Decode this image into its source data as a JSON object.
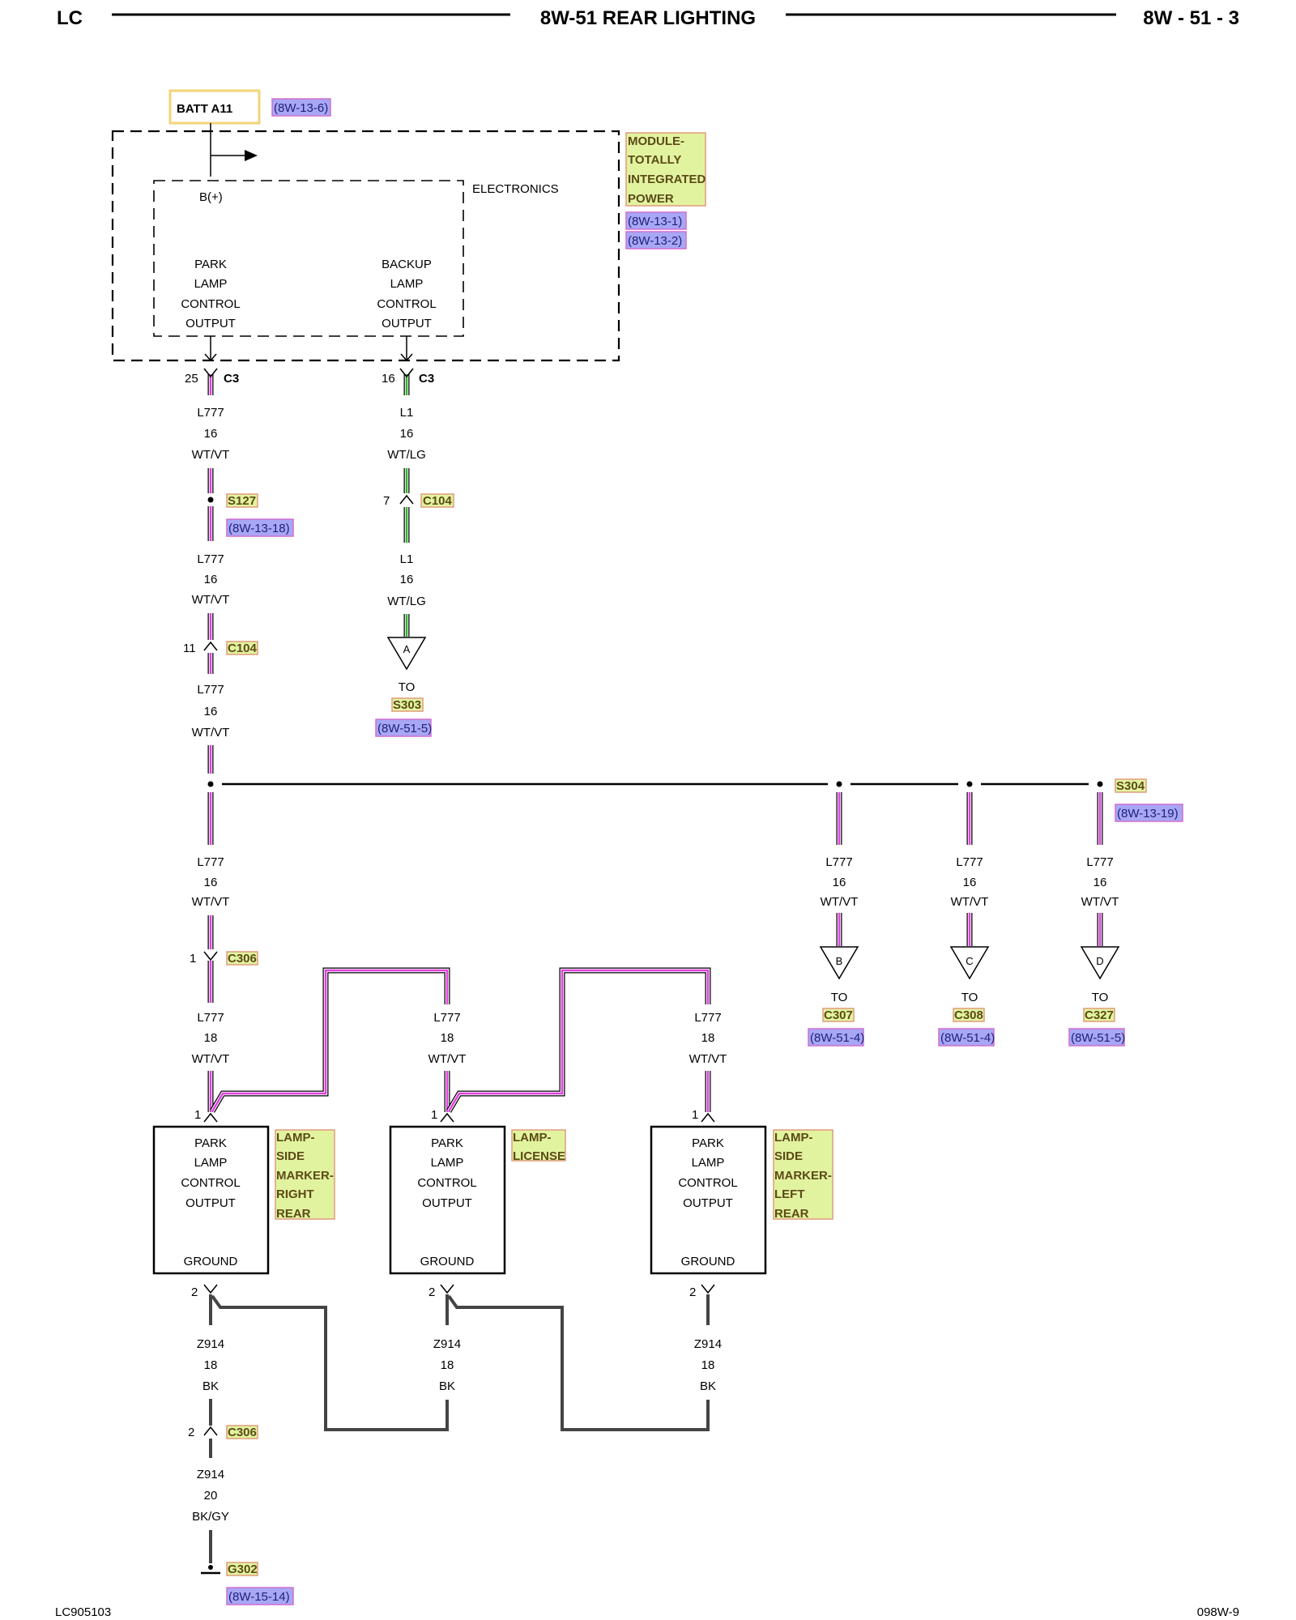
{
  "header": {
    "left": "LC",
    "title": "8W-51 REAR LIGHTING",
    "right": "8W - 51 - 3"
  },
  "footer": {
    "left": "LC905103",
    "right": "098W-9"
  },
  "batt": {
    "label": "BATT A11",
    "ref": "(8W-13-6)"
  },
  "module": {
    "name_lines": [
      "MODULE-",
      "TOTALLY",
      "INTEGRATED",
      "POWER"
    ],
    "refs": [
      "(8W-13-1)",
      "(8W-13-2)"
    ],
    "electronics": "ELECTRONICS",
    "bplus": "B(+)",
    "park_output_lines": [
      "PARK",
      "LAMP",
      "CONTROL",
      "OUTPUT"
    ],
    "backup_output_lines": [
      "BACKUP",
      "LAMP",
      "CONTROL",
      "OUTPUT"
    ]
  },
  "connectors": {
    "c3_park": {
      "pin": "25",
      "name": "C3"
    },
    "c3_backup": {
      "pin": "16",
      "name": "C3"
    },
    "c104_backup": {
      "pin": "7",
      "name": "C104"
    },
    "c104_park": {
      "pin": "11",
      "name": "C104"
    },
    "c306_a": {
      "pin": "1",
      "name": "C306"
    },
    "c306_b": {
      "pin": "2",
      "name": "C306"
    }
  },
  "splices": {
    "s127": {
      "name": "S127",
      "ref": "(8W-13-18)"
    },
    "s304": {
      "name": "S304",
      "ref": "(8W-13-19)"
    }
  },
  "wires": {
    "l777_16": [
      "L777",
      "16",
      "WT/VT"
    ],
    "l1_16": [
      "L1",
      "16",
      "WT/LG"
    ],
    "l777_18": [
      "L777",
      "18",
      "WT/VT"
    ],
    "z914_18": [
      "Z914",
      "18",
      "BK"
    ],
    "z914_20": [
      "Z914",
      "20",
      "BK/GY"
    ]
  },
  "offpage": {
    "a": {
      "letter": "A",
      "to": "TO",
      "dest": "S303",
      "ref": "(8W-51-5)"
    },
    "b": {
      "letter": "B",
      "to": "TO",
      "dest": "C307",
      "ref": "(8W-51-4)"
    },
    "c": {
      "letter": "C",
      "to": "TO",
      "dest": "C308",
      "ref": "(8W-51-4)"
    },
    "d": {
      "letter": "D",
      "to": "TO",
      "dest": "C327",
      "ref": "(8W-51-5)"
    }
  },
  "lamps": [
    {
      "name_lines": [
        "LAMP-",
        "SIDE",
        "MARKER-",
        "RIGHT",
        "REAR"
      ],
      "in_pin": "1",
      "gnd_pin": "2",
      "lines": [
        "PARK",
        "LAMP",
        "CONTROL",
        "OUTPUT"
      ],
      "ground": "GROUND"
    },
    {
      "name_lines": [
        "LAMP-",
        "LICENSE"
      ],
      "in_pin": "1",
      "gnd_pin": "2",
      "lines": [
        "PARK",
        "LAMP",
        "CONTROL",
        "OUTPUT"
      ],
      "ground": "GROUND"
    },
    {
      "name_lines": [
        "LAMP-",
        "SIDE",
        "MARKER-",
        "LEFT",
        "REAR"
      ],
      "in_pin": "1",
      "gnd_pin": "2",
      "lines": [
        "PARK",
        "LAMP",
        "CONTROL",
        "OUTPUT"
      ],
      "ground": "GROUND"
    }
  ],
  "ground_point": {
    "name": "G302",
    "ref": "(8W-15-14)"
  },
  "colors": {
    "wt_vt_stripe": "#e040e0",
    "wt_lg_stripe": "#2fb52f",
    "bk_wire": "#444444",
    "tag_yellow": "#e2f3a0",
    "tag_blue": "#a7a7f5",
    "batt_box": "#f2d47a"
  }
}
